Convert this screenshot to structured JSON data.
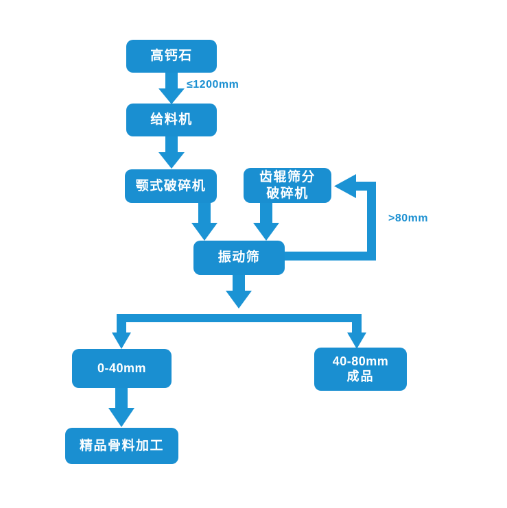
{
  "diagram": {
    "title_absent": "",
    "palette": {
      "node_fill": "#1a8fd1",
      "arrow": "#1b93d4",
      "label_text": "#1a8fd1",
      "node_text": "#ffffff",
      "background": "#ffffff"
    },
    "nodes": [
      {
        "id": "raw-material",
        "label": "高钙石"
      },
      {
        "id": "feeder",
        "label": "给料机"
      },
      {
        "id": "jaw-crusher",
        "label": "颚式破碎机"
      },
      {
        "id": "roller-crusher-l1",
        "label": "齿辊筛分"
      },
      {
        "id": "roller-crusher-l2",
        "label": "破碎机"
      },
      {
        "id": "vibrating-screen",
        "label": "振动筛"
      },
      {
        "id": "product-0-40",
        "label": "0-40mm"
      },
      {
        "id": "product-40-80-l1",
        "label": "40-80mm"
      },
      {
        "id": "product-40-80-l2",
        "label": "成品"
      },
      {
        "id": "aggregate-process",
        "label": "精品骨料加工"
      }
    ],
    "edge_labels": [
      {
        "id": "size-feed",
        "text": "≤1200mm"
      },
      {
        "id": "size-oversize",
        "text": ">80mm"
      }
    ]
  }
}
